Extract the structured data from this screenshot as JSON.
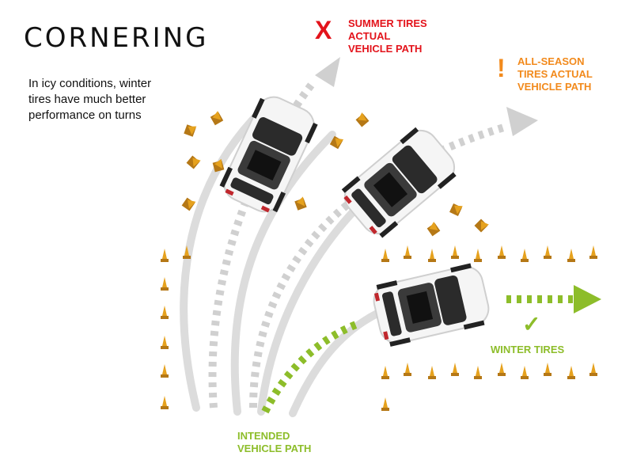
{
  "title": "CORNERING",
  "subtitle": "In icy conditions, winter tires have much better performance on turns",
  "labels": {
    "summer": {
      "mark": "X",
      "lines": [
        "SUMMER TIRES",
        "ACTUAL",
        "VEHICLE PATH"
      ]
    },
    "allseason": {
      "mark": "!",
      "lines": [
        "ALL-SEASON",
        "TIRES ACTUAL",
        "VEHICLE PATH"
      ]
    },
    "winter": {
      "mark": "✓",
      "lines": [
        "WINTER TIRES"
      ]
    },
    "intended": {
      "lines": [
        "INTENDED",
        "VEHICLE PATH"
      ]
    }
  },
  "colors": {
    "summer": "#e3131b",
    "allseason": "#f28a1c",
    "winter": "#8dbd2a",
    "cone": "#e6a21e",
    "path": "#d9d9d9",
    "car": "#f2f2f2"
  },
  "icons": [
    "traffic-cone-icon",
    "car-top-view-icon",
    "check-icon",
    "x-icon",
    "exclamation-icon",
    "arrow-icon"
  ]
}
